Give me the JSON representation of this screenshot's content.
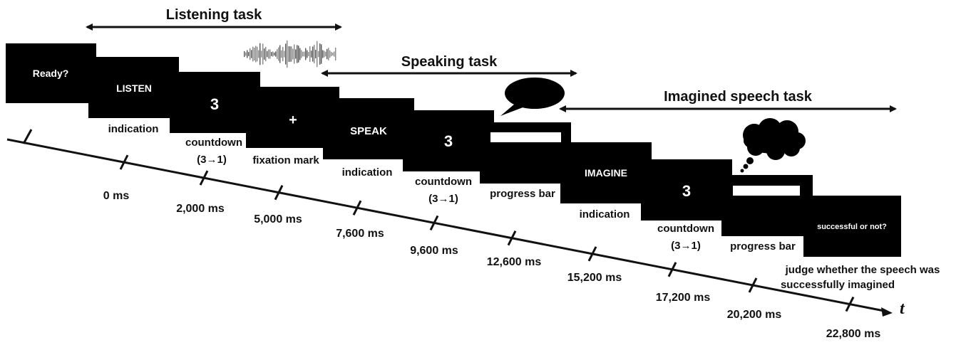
{
  "tasks": {
    "listening": "Listening task",
    "speaking": "Speaking task",
    "imagined": "Imagined speech task"
  },
  "screens": {
    "ready": "Ready?",
    "listen": "LISTEN",
    "countdown_1": "3",
    "fixation": "+",
    "speak": "SPEAK",
    "countdown_2": "3",
    "imagine": "IMAGINE",
    "countdown_3": "3",
    "judge": "successful or not?"
  },
  "labels": {
    "indication_1": "indication",
    "countdown_1_line1": "countdown",
    "countdown_1_line2": "(3→1)",
    "fixation_mark": "fixation mark",
    "indication_2": "indication",
    "countdown_2_line1": "countdown",
    "countdown_2_line2": "(3→1)",
    "progress_bar_1": "progress bar",
    "indication_3": "indication",
    "countdown_3_line1": "countdown",
    "countdown_3_line2": "(3→1)",
    "progress_bar_2": "progress bar",
    "judge_line1": "judge whether the speech was",
    "judge_line2": "successfully imagined"
  },
  "timeline": {
    "axis_label": "t",
    "ticks": [
      "0 ms",
      "2,000 ms",
      "5,000 ms",
      "7,600 ms",
      "9,600 ms",
      "12,600 ms",
      "15,200 ms",
      "17,200 ms",
      "20,200 ms",
      "22,800 ms"
    ]
  },
  "colors": {
    "screen": "#000000",
    "screen_text": "#ffffff",
    "ink": "#111111",
    "background": "#ffffff"
  }
}
